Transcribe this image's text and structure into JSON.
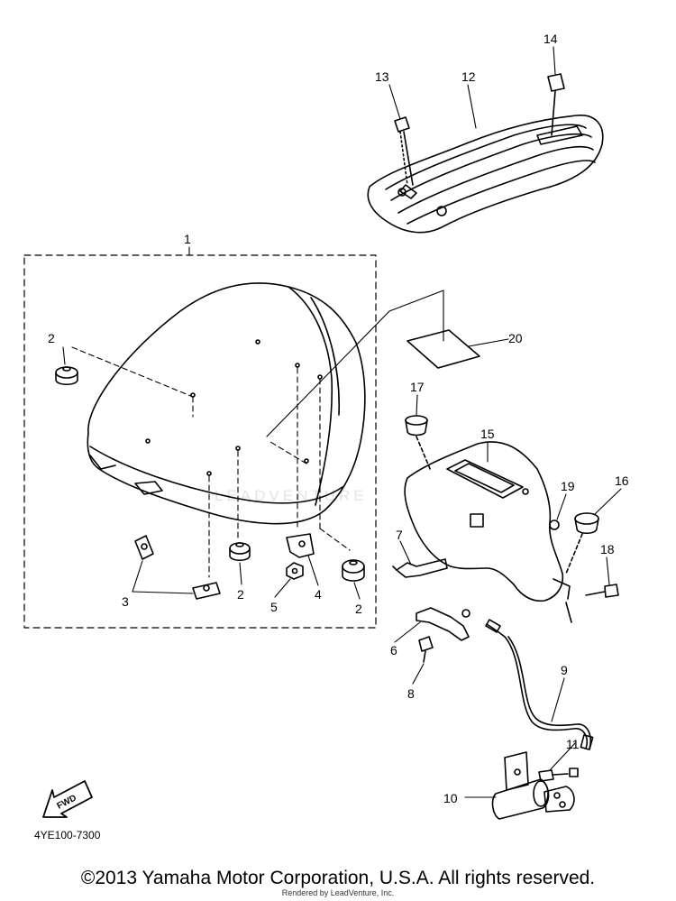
{
  "callouts": [
    "1",
    "2",
    "2",
    "2",
    "2",
    "3",
    "4",
    "5",
    "6",
    "7",
    "8",
    "9",
    "10",
    "11",
    "12",
    "13",
    "14",
    "15",
    "16",
    "17",
    "18",
    "19",
    "20"
  ],
  "fwd_label": "FWD",
  "diagram_code": "4YE100-7300",
  "copyright": "©2013 Yamaha Motor Corporation, U.S.A. All rights reserved.",
  "rendered_by": "Rendered by LeadVenture, Inc.",
  "watermark": "LEADVENTURE",
  "colors": {
    "line": "#000000",
    "background": "#ffffff",
    "watermark": "#e4e4e4"
  }
}
